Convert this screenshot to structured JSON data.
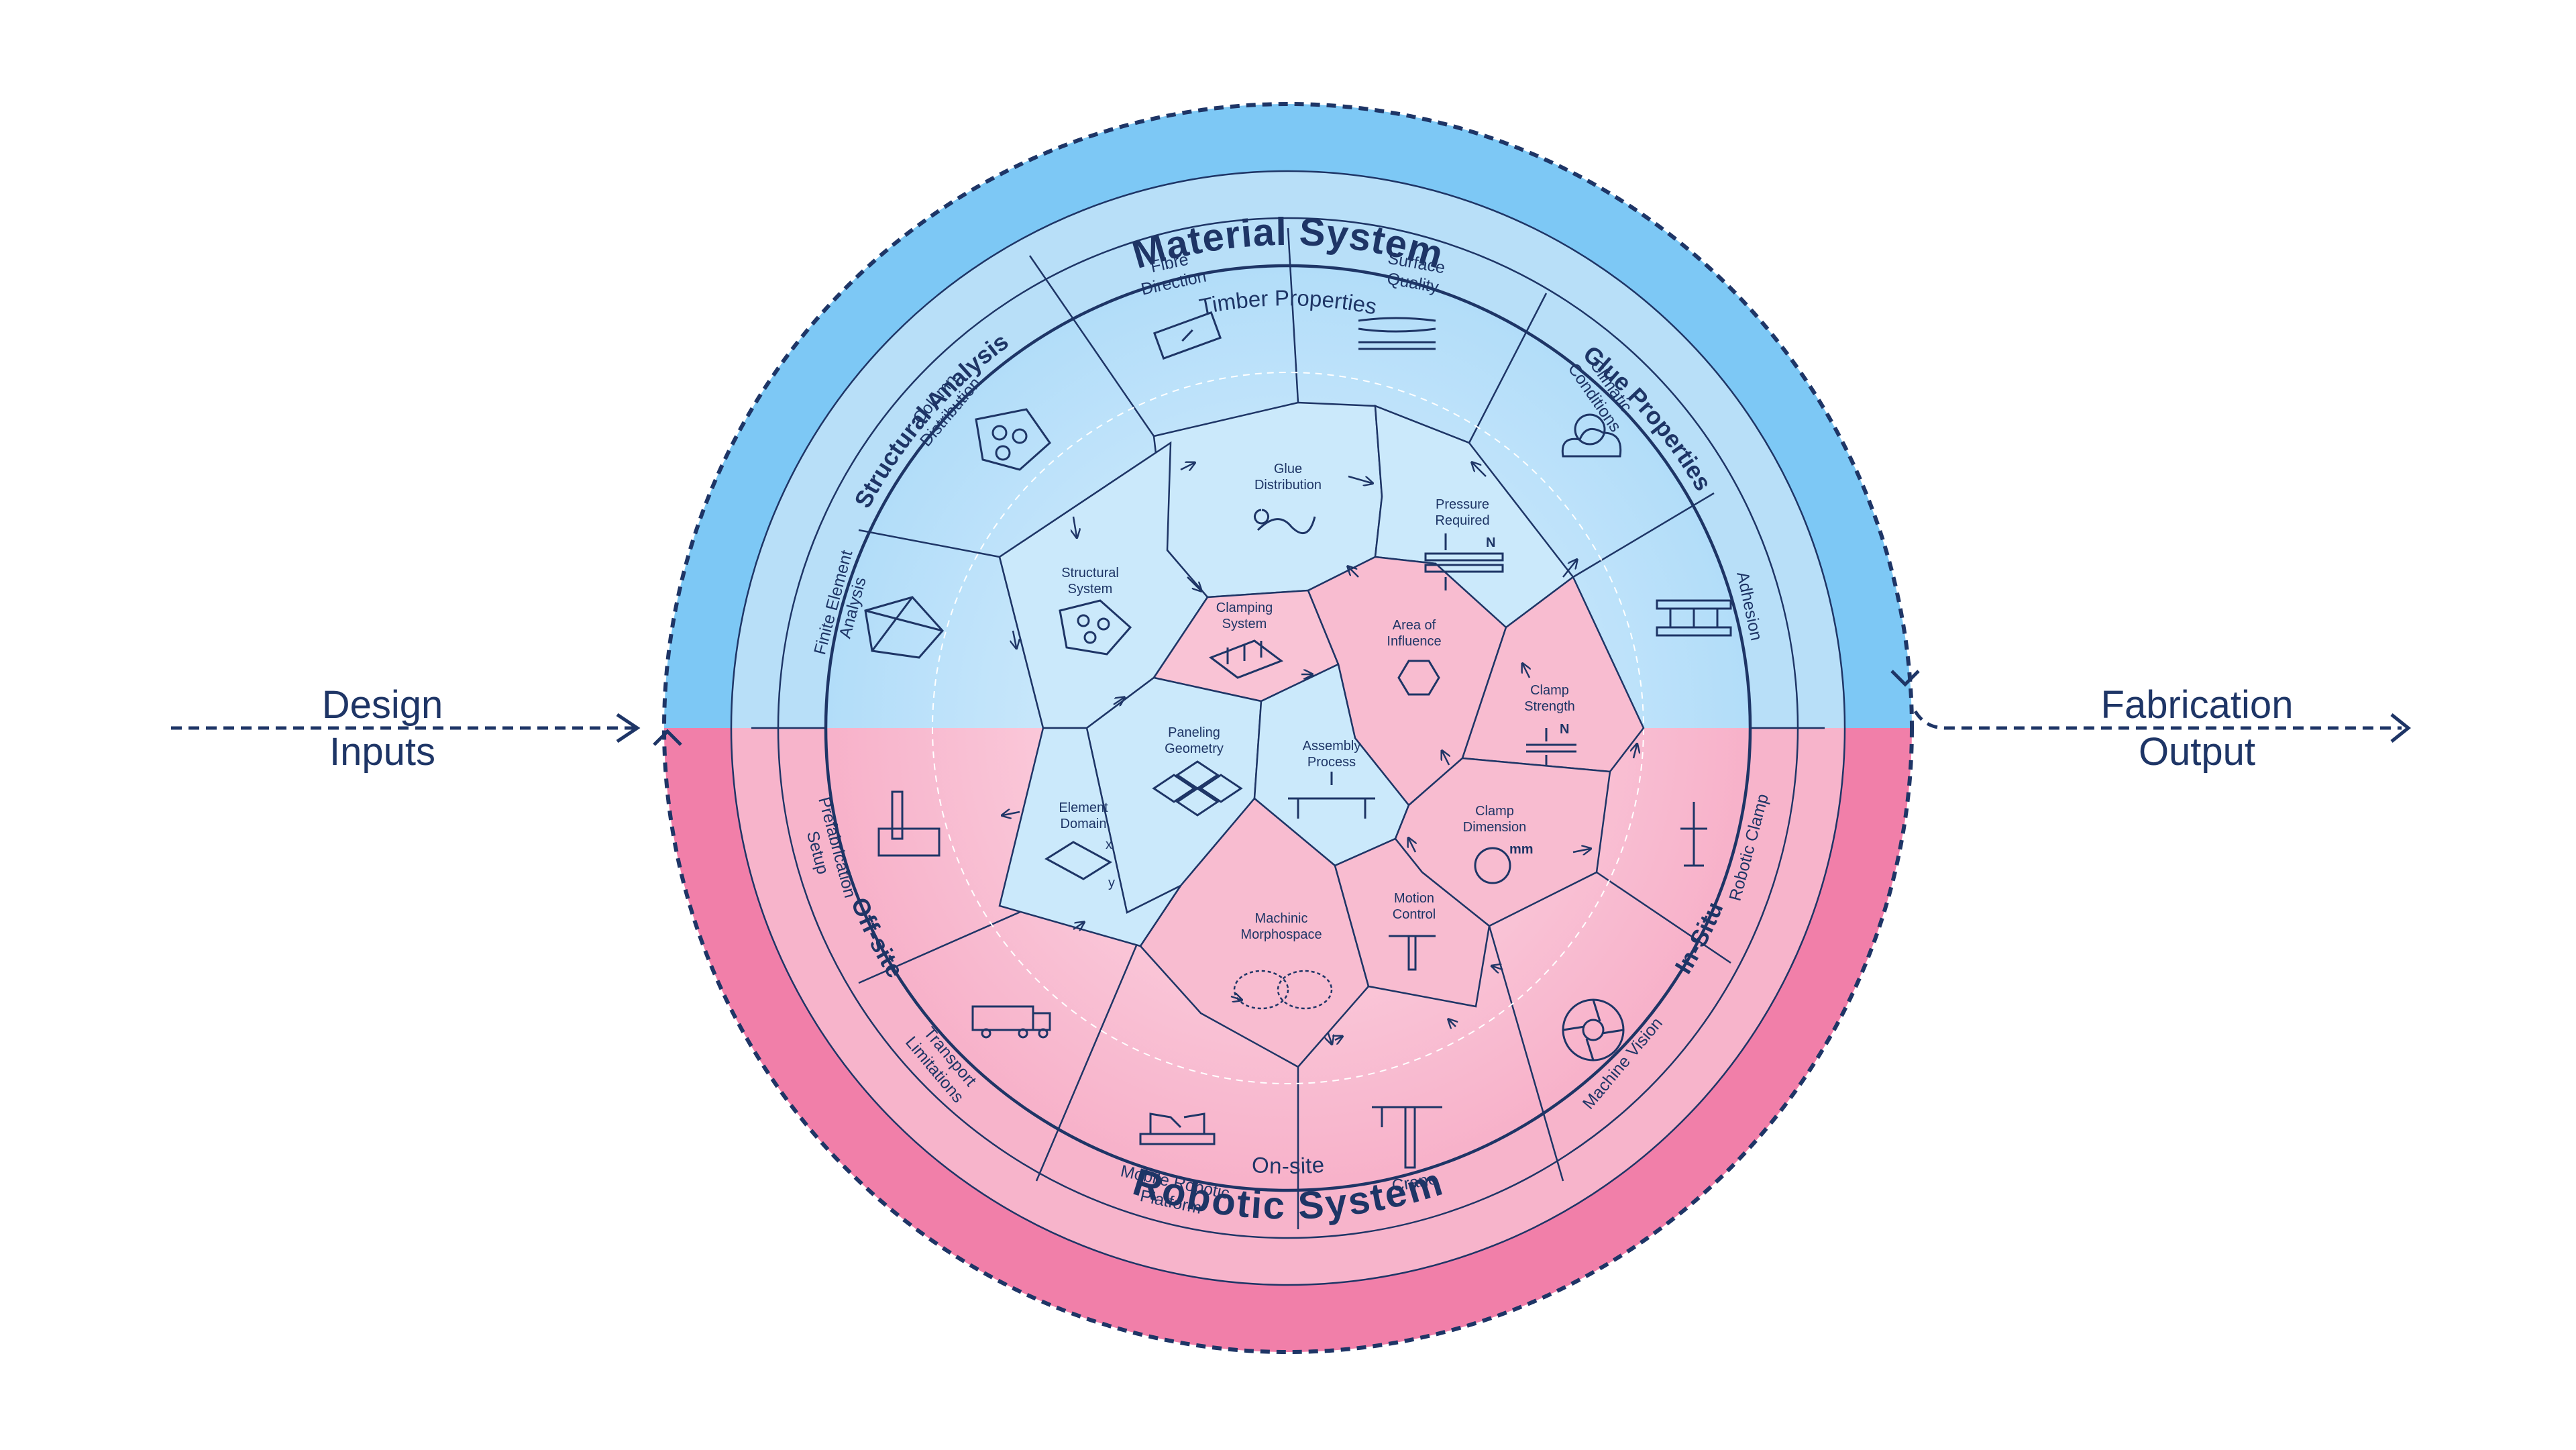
{
  "colors": {
    "ink": "#1e3566",
    "material_blue": "#7dc8f5",
    "material_light": "#b6def8",
    "robotic_pink": "#f17fa9",
    "robotic_light": "#f8b7cd"
  },
  "titles": {
    "material": "Material System",
    "robotic": "Robotic System"
  },
  "sides": {
    "left_line1": "Design",
    "left_line2": "Inputs",
    "right_line1": "Fabrication",
    "right_line2": "Output"
  },
  "rings": {
    "timber": "Timber Properties",
    "onsite": "On-site"
  },
  "sectors": {
    "structural": "Structural Analysis",
    "glue": "Glue Properties",
    "offsite": "Off-site",
    "insitu": "In-Situ"
  },
  "cells": {
    "fibre": [
      "Fibre",
      "Direction"
    ],
    "surface": [
      "Surface",
      "Quality"
    ],
    "climatic": [
      "Climatic",
      "Conditions"
    ],
    "adhesion": [
      "Adhesion"
    ],
    "column": [
      "Column",
      "Distribution"
    ],
    "fea": [
      "Finite Element",
      "Analysis"
    ],
    "prefab": [
      "Prefabrication",
      "Setup"
    ],
    "transport": [
      "Transport",
      "Limitations"
    ],
    "mobile": [
      "Mobile Robotic",
      "Platform"
    ],
    "crane": [
      "Crane"
    ],
    "vision": [
      "Machine Vision"
    ],
    "clamp": [
      "Robotic Clamp"
    ]
  },
  "inner": {
    "glue_dist": [
      "Glue",
      "Distribution"
    ],
    "pressure": [
      "Pressure",
      "Required"
    ],
    "structural_system": [
      "Structural",
      "System"
    ],
    "clamping": [
      "Clamping",
      "System"
    ],
    "area": [
      "Area of",
      "Influence"
    ],
    "clamp_strength": [
      "Clamp",
      "Strength"
    ],
    "paneling": [
      "Paneling",
      "Geometry"
    ],
    "assembly": [
      "Assembly",
      "Process"
    ],
    "element": [
      "Element",
      "Domain"
    ],
    "clamp_dim": [
      "Clamp",
      "Dimension"
    ],
    "machinic": [
      "Machinic",
      "Morphospace"
    ],
    "motion": [
      "Motion",
      "Control"
    ]
  },
  "glyphs": {
    "force": "N",
    "unit": "mm",
    "x_axis": "x",
    "y_axis": "y"
  },
  "icons": [
    "fibre-icon",
    "surface-icon",
    "cloud-sun-icon",
    "adhesion-icon",
    "column-icon",
    "mesh-icon",
    "drill-icon",
    "truck-icon",
    "robot-arm-icon",
    "crane-icon",
    "aperture-icon",
    "clamp-icon",
    "glue-icon",
    "press-icon",
    "panel-icon",
    "clamp-grid-icon",
    "hexagon-icon",
    "arrow-icon",
    "tiles-icon",
    "table-icon",
    "plate-icon",
    "circle-icon",
    "morphospace-icon",
    "motion-icon"
  ]
}
